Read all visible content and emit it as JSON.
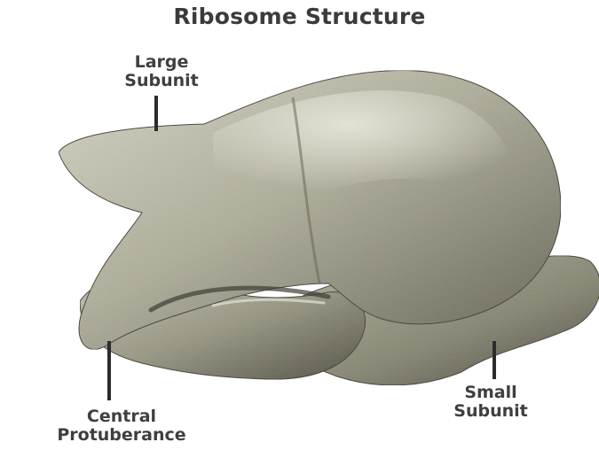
{
  "diagram": {
    "title": "Ribosome Structure",
    "labels": {
      "large_subunit": [
        "Large",
        "Subunit"
      ],
      "small_subunit": [
        "Small",
        "Subunit"
      ],
      "central_protuberance": [
        "Central",
        "Protuberance"
      ]
    }
  },
  "colors": {
    "text": "#3f3f3f",
    "title": "#3b3b3b",
    "metal_light": "#cfcdbf",
    "metal_mid": "#a8a694",
    "metal_dark": "#5f5d50",
    "leader_line": "#2c2c2c"
  }
}
